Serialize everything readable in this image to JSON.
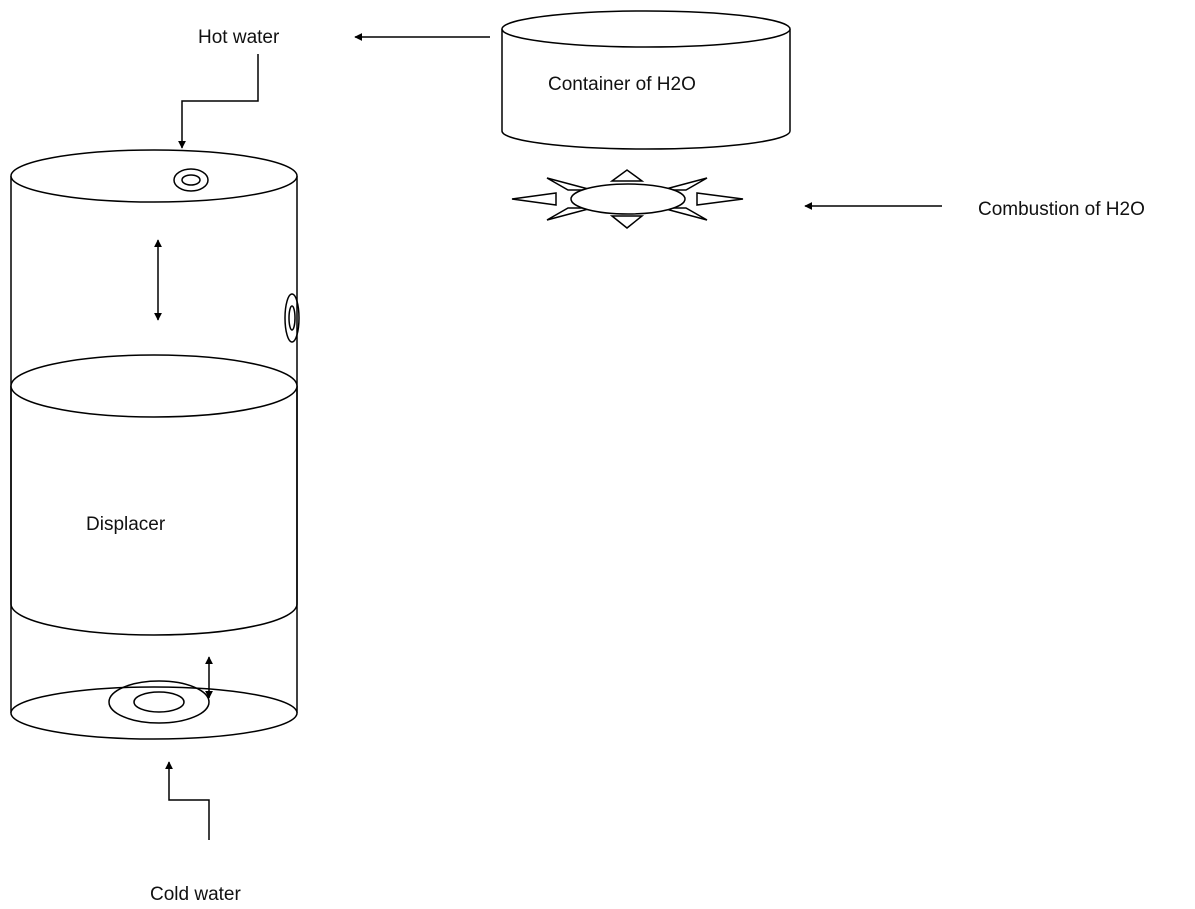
{
  "labels": {
    "hot_water": "Hot water",
    "container": "Container of H2O",
    "combustion": "Combustion of H2O",
    "displacer": "Displacer",
    "cold_water": "Cold water"
  },
  "colors": {
    "stroke": "#000000",
    "background": "#ffffff"
  }
}
